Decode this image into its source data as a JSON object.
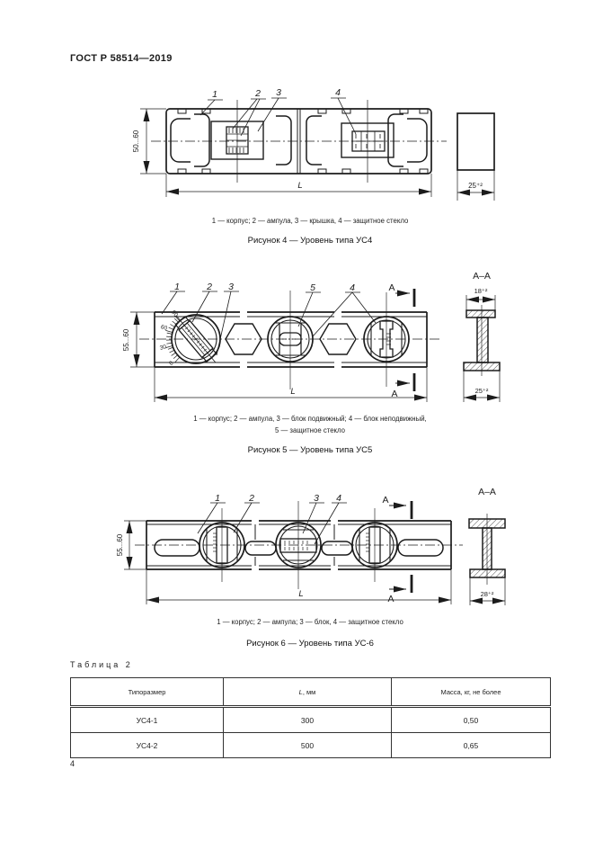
{
  "page": {
    "header": "ГОСТ Р 58514—2019",
    "page_number": "4"
  },
  "fig4": {
    "callout_1": "1",
    "callout_2": "2",
    "callout_3": "3",
    "callout_4": "4",
    "dim_height": "50...60",
    "dim_length": "L",
    "dim_width": "25⁺²",
    "legend": "1 — корпус; 2 — ампула, 3 — крышка, 4 — защитное стекло",
    "title": "Рисунок 4 — Уровень типа УС4"
  },
  "fig5": {
    "callout_1": "1",
    "callout_2": "2",
    "callout_3": "3",
    "callout_5": "5",
    "callout_4": "4",
    "section_letter": "А",
    "section_title": "А–А",
    "dim_height": "55...60",
    "dim_length": "L",
    "dim_top": "18⁺²",
    "dim_bottom": "25⁺²",
    "scale_0": "0",
    "scale_30": "30",
    "scale_60": "60",
    "scale_90": "90",
    "legend_line1": "1 — корпус; 2 — ампула, 3 — блок подвижный; 4 — блок неподвижный,",
    "legend_line2": "5 — защитное стекло",
    "title": "Рисунок 5 — Уровень типа УС5"
  },
  "fig6": {
    "callout_1": "1",
    "callout_2": "2",
    "callout_3": "3",
    "callout_4": "4",
    "section_letter": "А",
    "section_title": "А–А",
    "dim_height": "55...60",
    "dim_length": "L",
    "dim_bottom": "28⁺²",
    "legend": "1 — корпус; 2 — ампула; 3 — блок, 4 — защитное стекло",
    "title": "Рисунок 6 — Уровень типа УС-6"
  },
  "table": {
    "label": "Таблица 2",
    "col1": "Типоразмер",
    "col2_italic": "L",
    "col2_rest": ", мм",
    "col3": "Масса, кг, не более",
    "rows": [
      [
        "УС4-1",
        "300",
        "0,50"
      ],
      [
        "УС4-2",
        "500",
        "0,65"
      ]
    ]
  }
}
